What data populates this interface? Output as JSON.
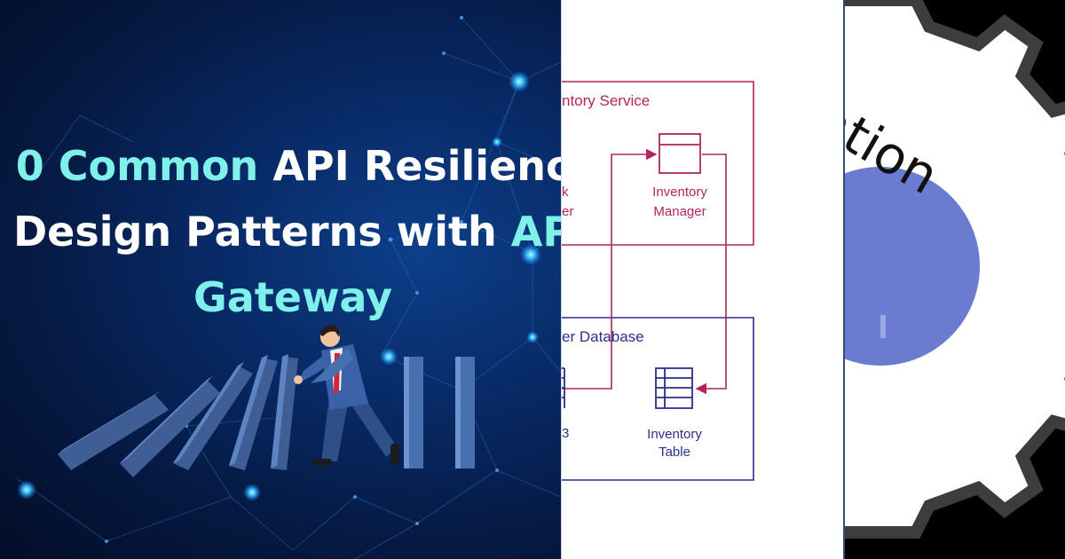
{
  "left_panel": {
    "title_line1_highlight": "0 Common",
    "title_line1_rest": " API Resilienc",
    "title_line2_rest": "Design Patterns with ",
    "title_line2_highlight": "AP",
    "title_line3": "Gateway",
    "colors": {
      "highlight": "#7ff0ea",
      "text": "#ffffff",
      "background": "#082a66"
    },
    "illustration": "businessman-pushing-falling-dominoes"
  },
  "middle_panel": {
    "service_box_label": "ntory Service",
    "left_component_line1": "k",
    "left_component_line2": "er",
    "manager_label_line1": "Inventory",
    "manager_label_line2": "Manager",
    "database_box_label": "er Database",
    "left_table_fragment": "3",
    "table_label_line1": "Inventory",
    "table_label_line2": "Table",
    "colors": {
      "service": "#b3245f",
      "database": "#2b2f8c"
    }
  },
  "right_panel": {
    "gear_text": "ation",
    "colors": {
      "gear": "#3d3d3d",
      "circle": "#6a7bd0",
      "background": "#000000"
    },
    "icon": "gear-icon"
  }
}
